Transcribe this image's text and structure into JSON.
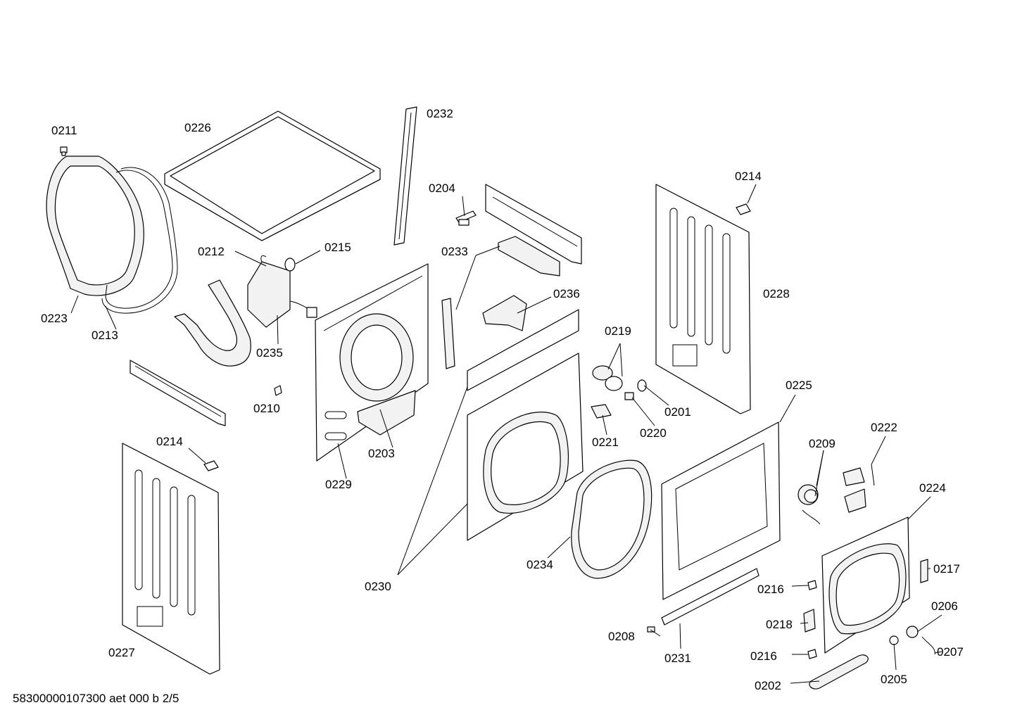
{
  "footer": {
    "document_code": "58300000107300 aet 000 b 2/5"
  },
  "callouts": {
    "c0201": "0201",
    "c0202": "0202",
    "c0203": "0203",
    "c0204": "0204",
    "c0205": "0205",
    "c0206": "0206",
    "c0207": "0207",
    "c0208": "0208",
    "c0209": "0209",
    "c0210": "0210",
    "c0211": "0211",
    "c0212": "0212",
    "c0213": "0213",
    "c0214a": "0214",
    "c0214b": "0214",
    "c0215": "0215",
    "c0216a": "0216",
    "c0216b": "0216",
    "c0217": "0217",
    "c0218": "0218",
    "c0219": "0219",
    "c0220": "0220",
    "c0221": "0221",
    "c0222": "0222",
    "c0223": "0223",
    "c0224": "0224",
    "c0225": "0225",
    "c0226": "0226",
    "c0227": "0227",
    "c0228": "0228",
    "c0229": "0229",
    "c0230": "0230",
    "c0231": "0231",
    "c0232": "0232",
    "c0233": "0233",
    "c0234": "0234",
    "c0235": "0235",
    "c0236": "0236"
  }
}
